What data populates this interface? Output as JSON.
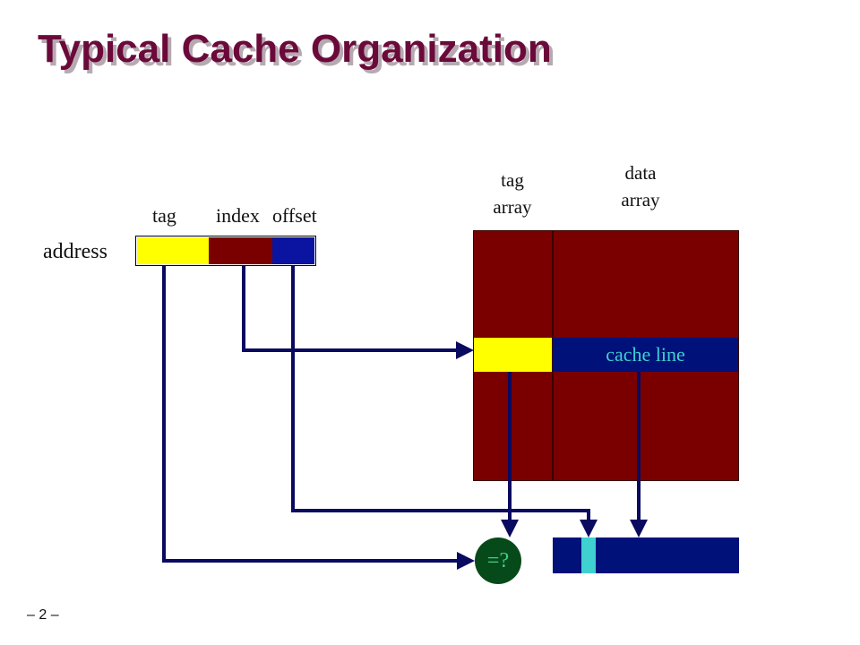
{
  "slide": {
    "title": "Typical Cache Organization",
    "page_number": "– 2 –"
  },
  "address": {
    "label": "address",
    "fields": {
      "tag": "tag",
      "index": "index",
      "offset": "offset"
    }
  },
  "arrays": {
    "tag_array": "tag\narray",
    "data_array": "data\narray",
    "cache_line": "cache line"
  },
  "comparator": {
    "label": "=?"
  },
  "colors": {
    "title": "#6b0a3a",
    "maroon": "#7a0000",
    "yellow": "#ffff00",
    "navy": "#00117a",
    "teal": "#3fd0d0",
    "comparator": "#064a1a"
  }
}
